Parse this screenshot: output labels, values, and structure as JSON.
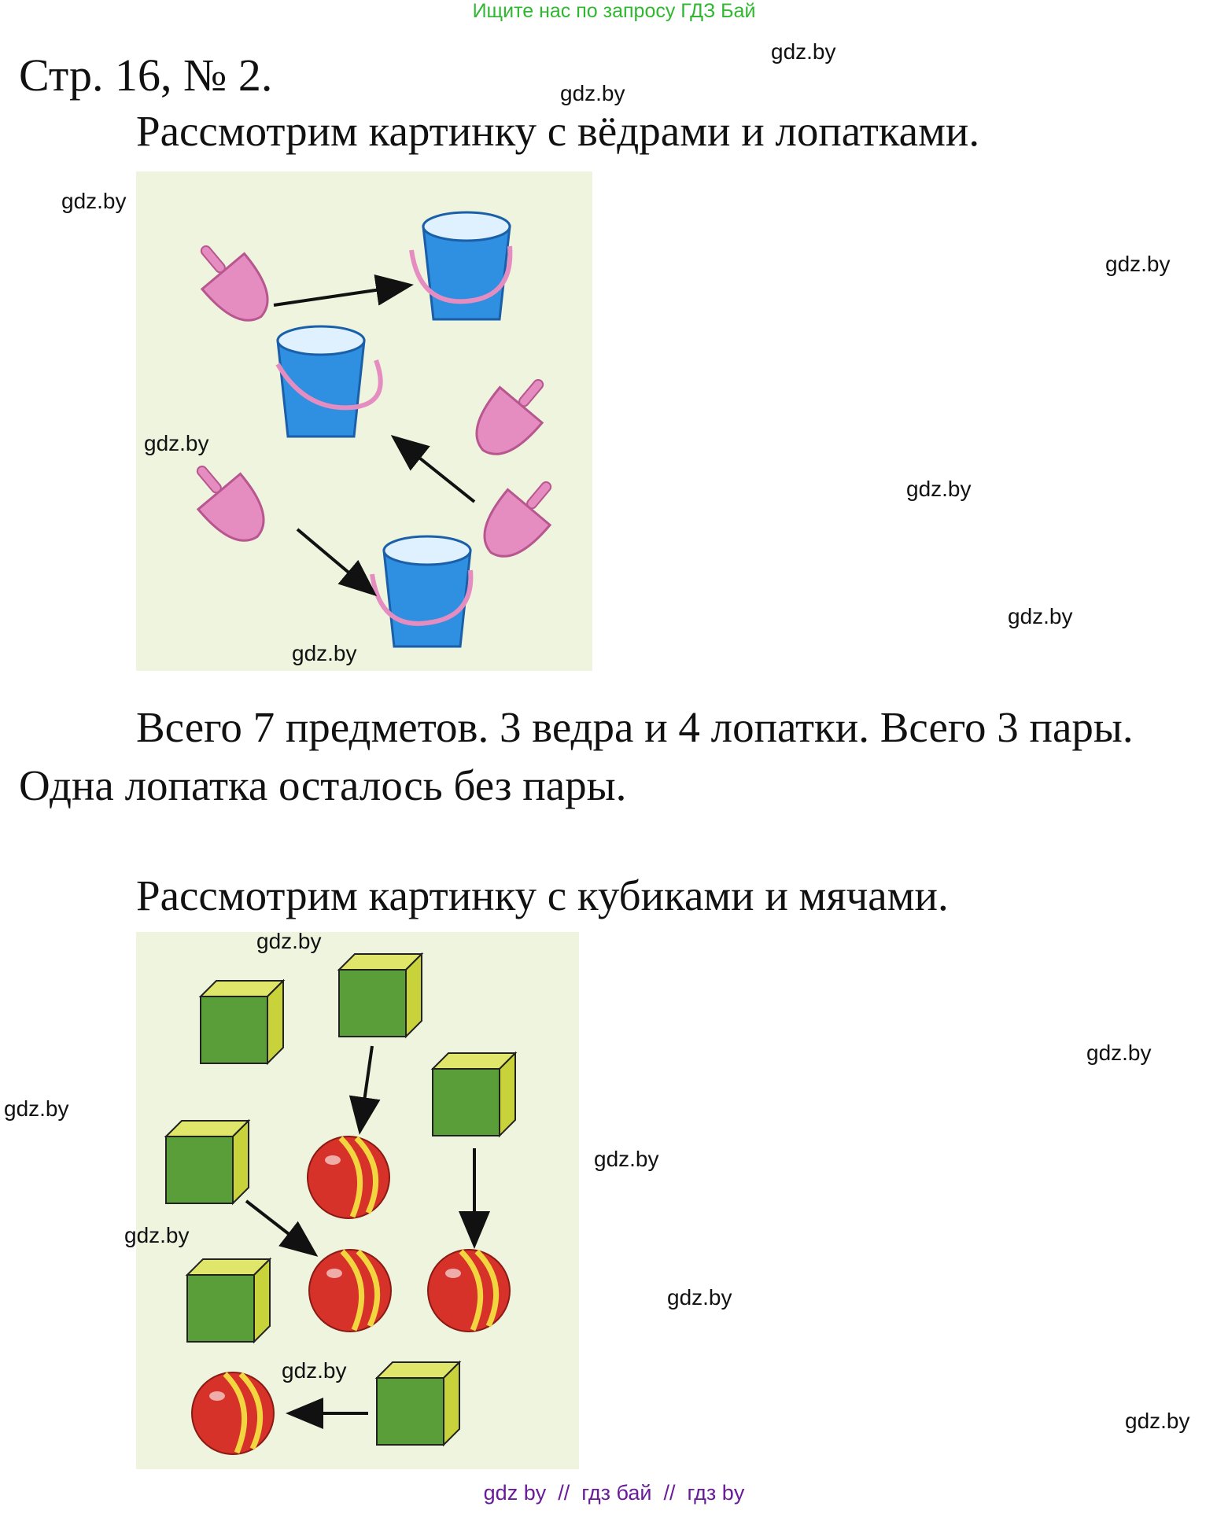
{
  "top_link": "Ищите нас по запросу ГДЗ Бай",
  "heading": "Стр. 16, № 2.",
  "section1": {
    "intro": "Рассмотрим картинку с вёдрами и лопатками.",
    "answer_line1": "Всего 7 предметов. 3 ведра и 4 лопатки. Всего 3 пары.",
    "answer_line2": "Одна лопатка осталось без пары."
  },
  "section2": {
    "intro": "Рассмотрим картинку с кубиками и мячами."
  },
  "watermark": "gdz.by",
  "footer": {
    "link1": "gdz by",
    "sep": "//",
    "link2": "гдз бай",
    "link3": "гдз by"
  },
  "colors": {
    "picture_bg": "#eef4de",
    "bucket": "#2f8fe0",
    "shovel": "#e58cc0",
    "cube_front": "#5a9e3a",
    "cube_side": "#c8d23a",
    "ball": "#d6322a",
    "ball_stripe": "#f2d640"
  }
}
